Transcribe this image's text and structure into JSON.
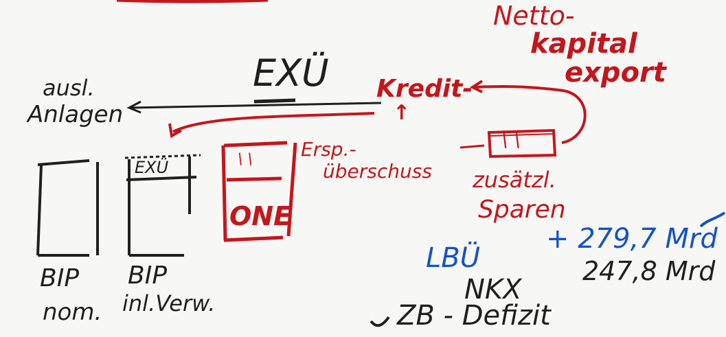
{
  "colors": {
    "black": "#1f1f1f",
    "red": "#c4161c",
    "blue": "#1552c9"
  },
  "labels": {
    "exu": "EXÜ",
    "ausl_anlagen_1": "ausl.",
    "ausl_anlagen_2": "Anlagen",
    "netto_1": "Netto-",
    "netto_2": "kapital",
    "netto_3": "export",
    "kredit_1": "Kredit-",
    "kredit_2": "↑",
    "exu_small": "EXÜ",
    "slash": "\\ \\",
    "one": "ONE",
    "ersparnis_1": "Ersp.-",
    "ersparnis_2": "überschuss",
    "slash2": "\\ \\",
    "zu_1": "zusätzl.",
    "zu_2": "Sparen",
    "bip_1": "BIP",
    "bip_2": "nom.",
    "bip3": "BIP",
    "bip4": "inl.Verw.",
    "lbu": "LBÜ",
    "plus_num": "+ 279,7 Mrd",
    "num2": "247,8 Mrd",
    "nkx": "NKX",
    "zb": "ZB - Defizit"
  }
}
